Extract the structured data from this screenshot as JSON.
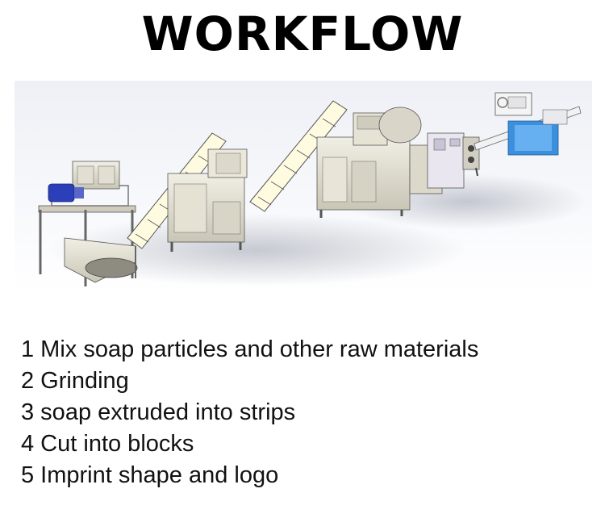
{
  "title": "WORKFLOW",
  "diagram": {
    "subject": "soap production line machinery"
  },
  "steps": [
    "1 Mix soap particles and other raw materials",
    "2 Grinding",
    "3 soap extruded into strips",
    "4 Cut into blocks",
    "5 Imprint shape and logo"
  ]
}
